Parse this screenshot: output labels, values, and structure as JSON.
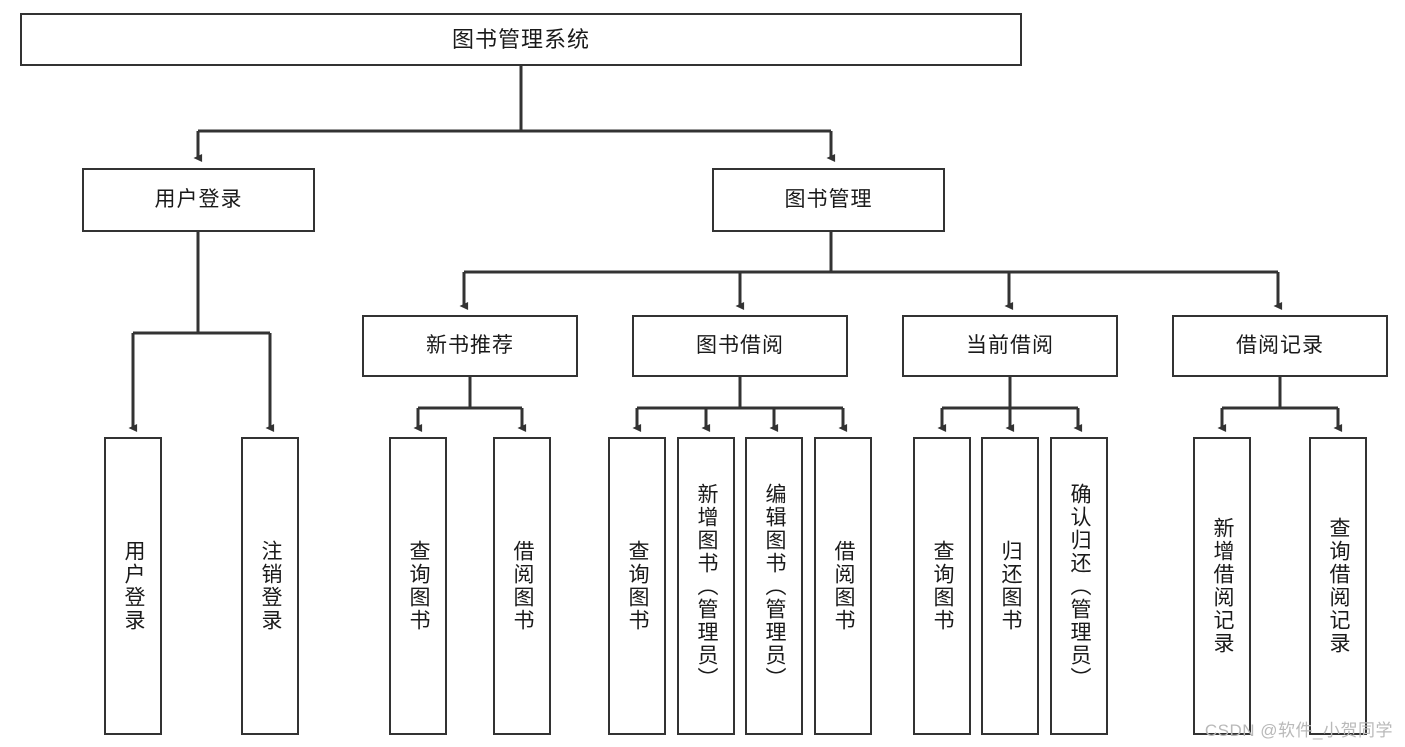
{
  "diagram": {
    "title": "图书管理系统",
    "type": "tree",
    "watermark": "CSDN @软件_小贺同学",
    "colors": {
      "border": "#333333",
      "background": "#ffffff",
      "text": "#1a1a1a",
      "connector": "#333333",
      "watermark": "#b9b9b9"
    },
    "levels": {
      "root": [
        "图书管理系统"
      ],
      "level2": [
        "用户登录",
        "图书管理"
      ],
      "level3": [
        "新书推荐",
        "图书借阅",
        "当前借阅",
        "借阅记录"
      ],
      "leaves": [
        "用户登录",
        "注销登录",
        "查询图书",
        "借阅图书",
        "查询图书",
        "新增图书（管理员）",
        "编辑图书（管理员）",
        "借阅图书",
        "查询图书",
        "归还图书",
        "确认归还（管理员）",
        "新增借阅记录",
        "查询借阅记录"
      ]
    },
    "nodes": {
      "root": {
        "label": "图书管理系统"
      },
      "user_login": {
        "label": "用户登录"
      },
      "book_manage": {
        "label": "图书管理"
      },
      "new_book_rec": {
        "label": "新书推荐"
      },
      "book_borrow": {
        "label": "图书借阅"
      },
      "current_borrow": {
        "label": "当前借阅"
      },
      "borrow_record": {
        "label": "借阅记录"
      },
      "leaf_user_login": {
        "label": "用户登录"
      },
      "leaf_logout": {
        "label": "注销登录"
      },
      "leaf_rec_query": {
        "label": "查询图书"
      },
      "leaf_rec_borrow": {
        "label": "借阅图书"
      },
      "leaf_bb_query": {
        "label": "查询图书"
      },
      "leaf_bb_add": {
        "label": "新增图书（管理员）"
      },
      "leaf_bb_edit": {
        "label": "编辑图书（管理员）"
      },
      "leaf_bb_borrow": {
        "label": "借阅图书"
      },
      "leaf_cb_query": {
        "label": "查询图书"
      },
      "leaf_cb_return": {
        "label": "归还图书"
      },
      "leaf_cb_confirm": {
        "label": "确认归还（管理员）"
      },
      "leaf_br_add": {
        "label": "新增借阅记录"
      },
      "leaf_br_query": {
        "label": "查询借阅记录"
      }
    }
  }
}
